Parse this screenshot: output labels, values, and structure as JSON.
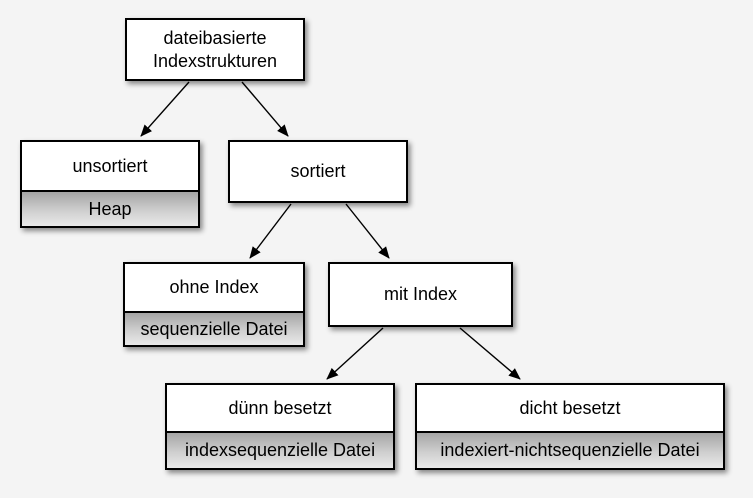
{
  "page": {
    "background": "#f4f4f4"
  },
  "diagram": {
    "title": "dateibasierte Indexstrukturen",
    "nodes": {
      "root": {
        "label": "dateibasierte\nIndexstrukturen"
      },
      "unsortiert": {
        "label": "unsortiert",
        "sublabel": "Heap"
      },
      "sortiert": {
        "label": "sortiert"
      },
      "ohne_index": {
        "label": "ohne Index",
        "sublabel": "sequenzielle Datei"
      },
      "mit_index": {
        "label": "mit Index"
      },
      "duenn_besetzt": {
        "label": "dünn besetzt",
        "sublabel": "indexsequenzielle Datei"
      },
      "dicht_besetzt": {
        "label": "dicht besetzt",
        "sublabel": "indexiert-nichtsequenzielle Datei"
      }
    },
    "edges": [
      {
        "from": "root",
        "to": "unsortiert"
      },
      {
        "from": "root",
        "to": "sortiert"
      },
      {
        "from": "sortiert",
        "to": "ohne_index"
      },
      {
        "from": "sortiert",
        "to": "mit_index"
      },
      {
        "from": "mit_index",
        "to": "duenn_besetzt"
      },
      {
        "from": "mit_index",
        "to": "dicht_besetzt"
      }
    ],
    "colors": {
      "background": "#f4f4f4",
      "box_fill": "#ffffff",
      "box_border": "#000000",
      "line": "#000000",
      "sublabel_gradient_top": "#a5a5a5",
      "sublabel_gradient_mid": "#cfcfcf",
      "sublabel_gradient_bottom": "#e9e9e9"
    }
  }
}
